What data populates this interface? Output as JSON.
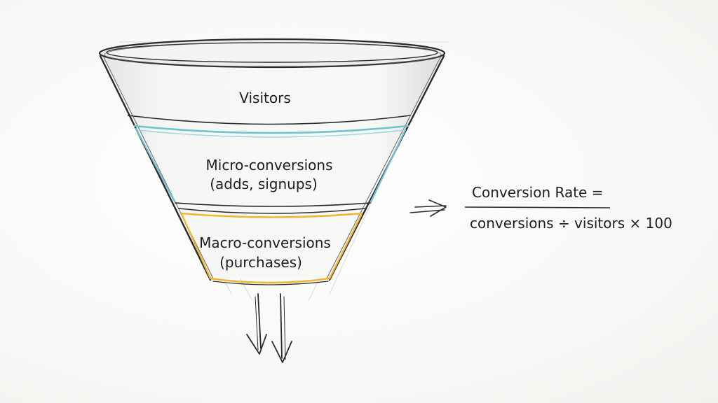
{
  "funnel": {
    "stages": [
      {
        "lines": [
          "Visitors"
        ],
        "color": "#2b2b2b"
      },
      {
        "lines": [
          "Micro-conversions",
          "(adds, signups)"
        ],
        "color": "#6ec3cf"
      },
      {
        "lines": [
          "Macro-conversions",
          "(purchases)"
        ],
        "color": "#efb631"
      }
    ]
  },
  "formula": {
    "numerator": "Conversion Rate =",
    "denominator": "conversions ÷ visitors × 100"
  }
}
